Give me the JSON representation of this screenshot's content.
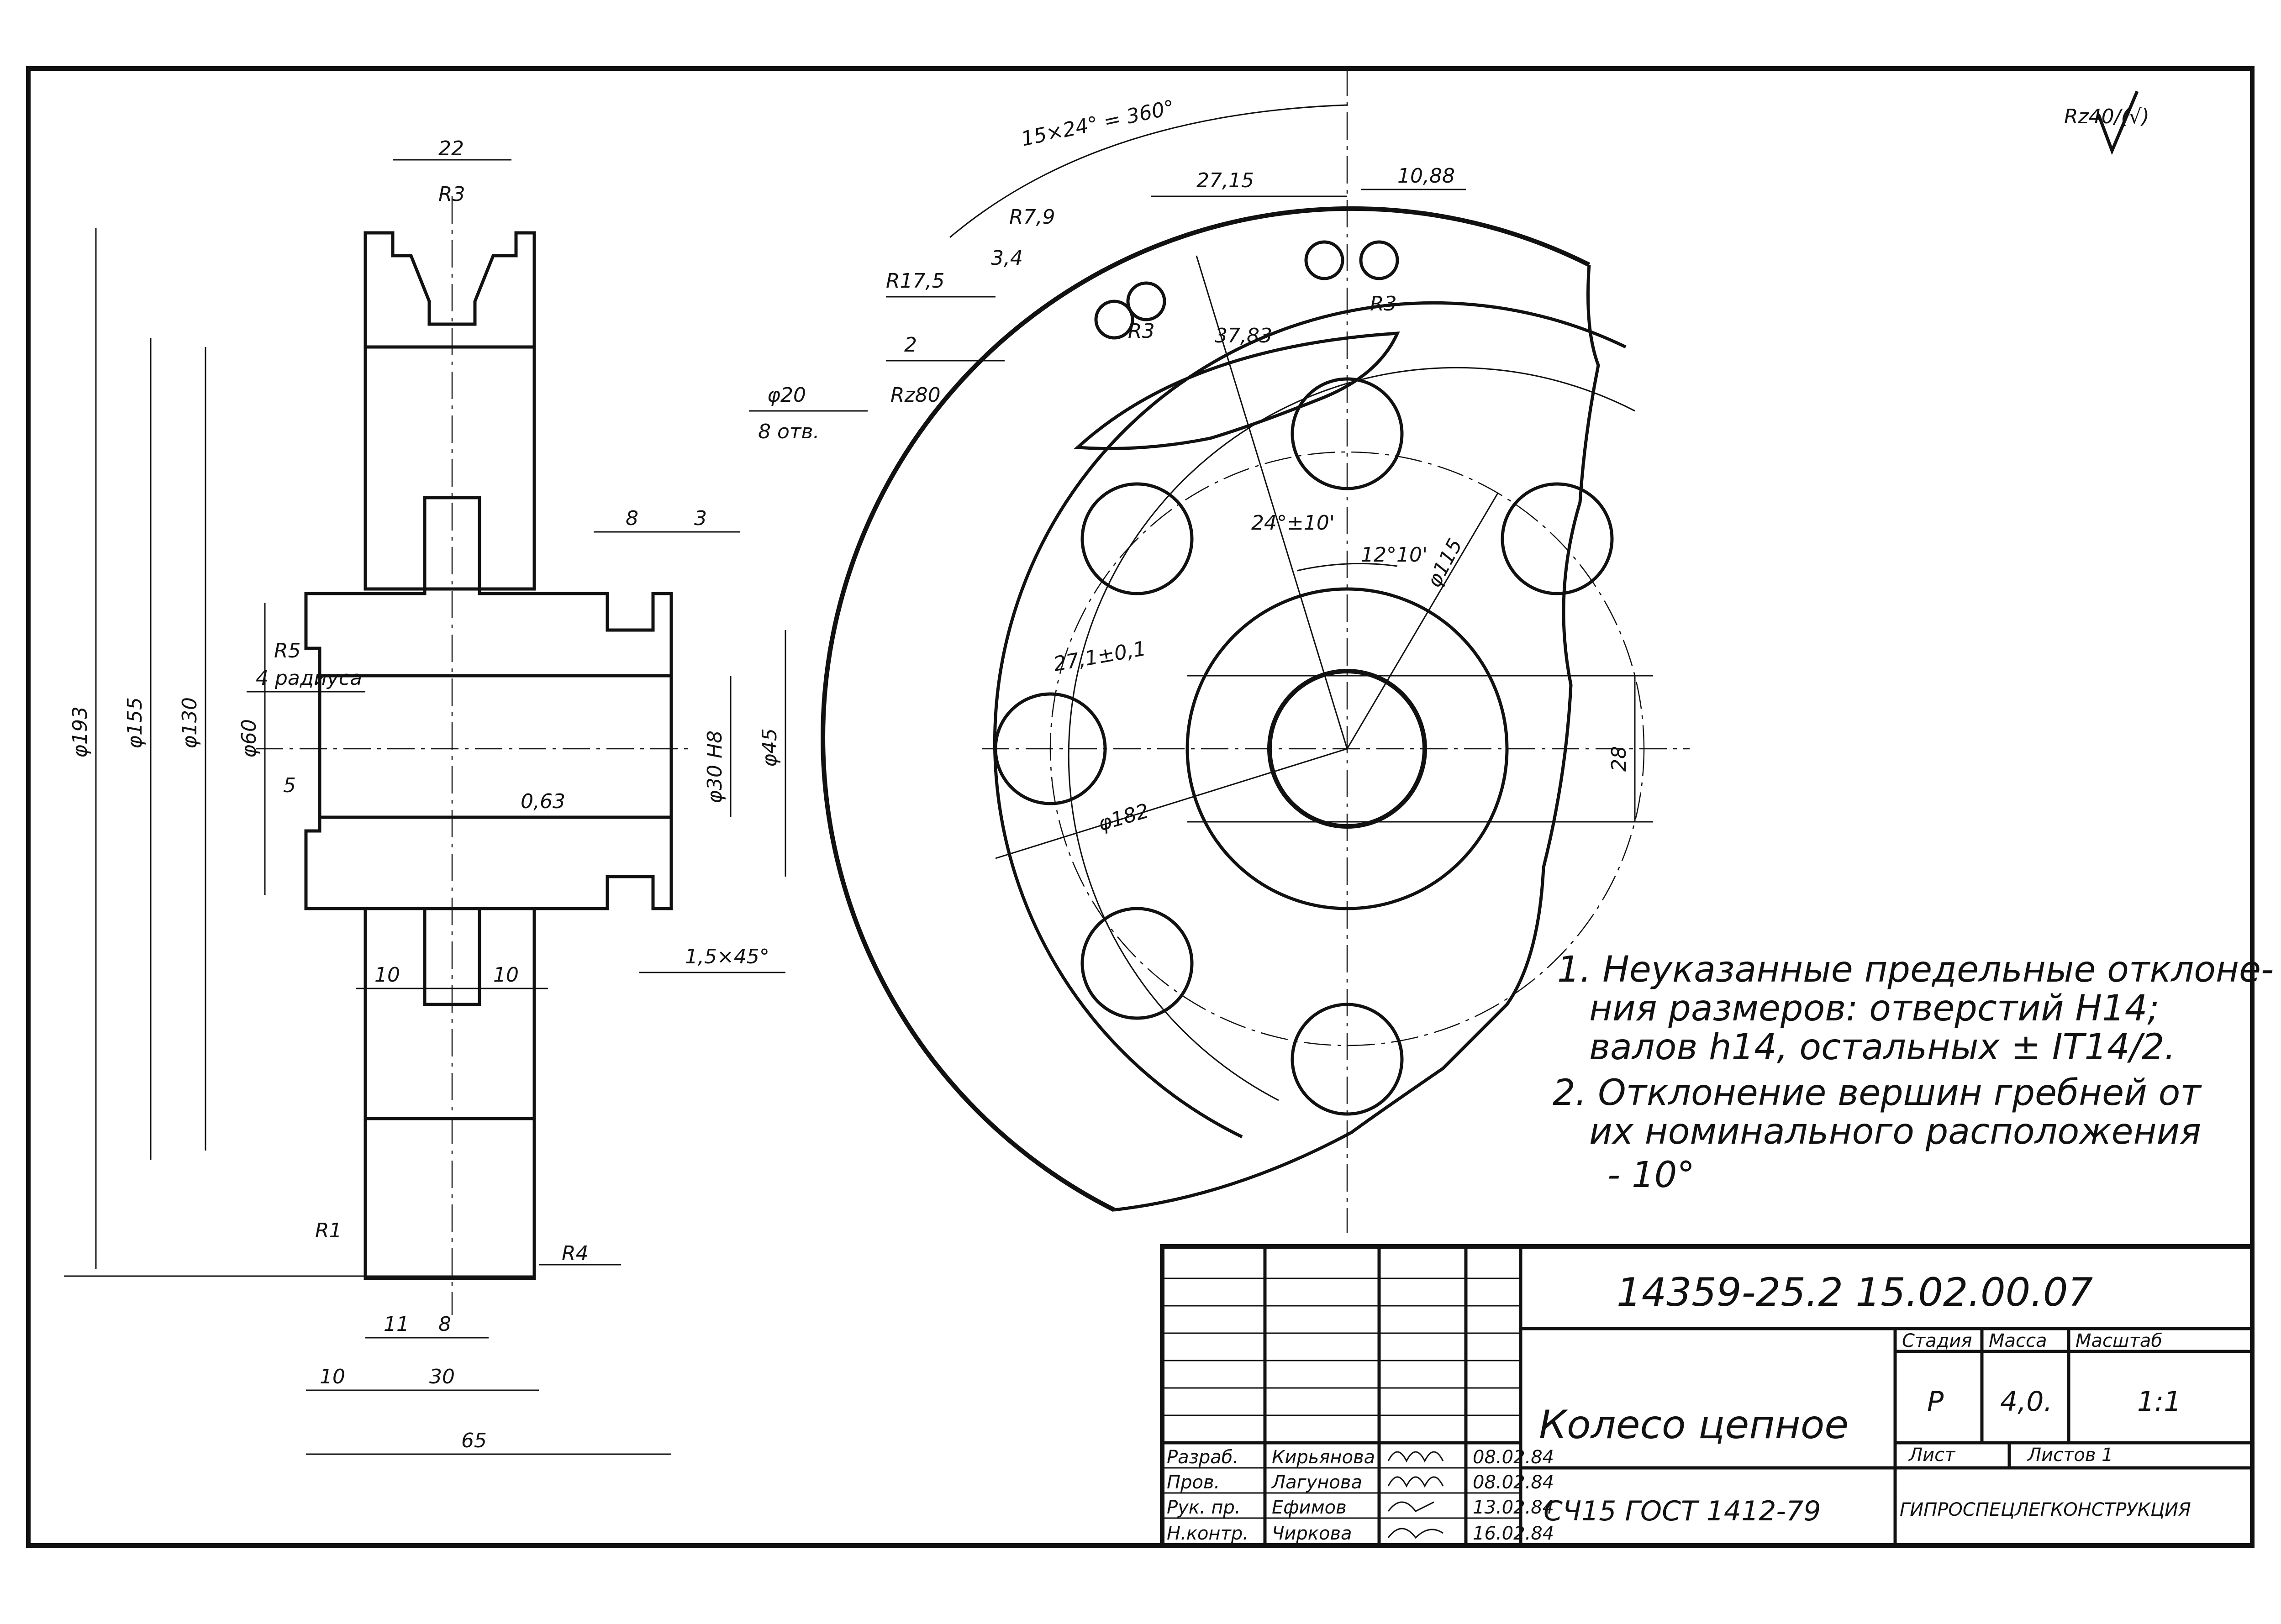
{
  "surface_finish": "Rz40/(√)",
  "side_view": {
    "dims": {
      "d22": "22",
      "r3": "R3",
      "r5": "R5",
      "r5_note": "4 радиуса",
      "d8": "8",
      "d3": "3",
      "phi193": "φ193",
      "phi155": "φ155",
      "phi130": "φ130",
      "phi60": "φ60",
      "phi30": "φ30 H8",
      "phi45": "φ45",
      "d5": "5",
      "rough063": "0,63",
      "chamfer": "1,5×45°",
      "d10a": "10",
      "d10b": "10",
      "r1": "R1",
      "r4": "R4",
      "d11": "11",
      "d8b": "8",
      "d10c": "10",
      "d30": "30",
      "d65": "65"
    }
  },
  "front_view": {
    "dims": {
      "pitch_note": "15×24° = 360°",
      "d2715": "27,15",
      "d1088": "10,88",
      "r79": "R7,9",
      "d34": "3,4",
      "r175": "R17,5",
      "d2": "2",
      "rz80": "Rz80",
      "hole_dia": "φ20",
      "hole_count": "8 отв.",
      "r3a": "R3",
      "r3b": "R3",
      "d3783": "37,83",
      "ang24": "24°±10'",
      "ang1210": "12°10'",
      "phi115": "φ115",
      "r271": "27,1±0,1",
      "phi182": "φ182",
      "d28": "28"
    }
  },
  "notes": [
    "1. Неуказанные предельные отклоне-",
    "ния размеров: отверстий H14;",
    "валов h14, остальных ± IT14/2.",
    "2. Отклонение вершин гребней от",
    "их номинального расположения",
    "- 10°"
  ],
  "title_block": {
    "doc_number": "14359-25.2  15.02.00.07",
    "part_name": "Колесо цепное",
    "material": "СЧ15  ГОСТ 1412-79",
    "organization": "ГИПРОСПЕЦЛЕГКОНСТРУКЦИЯ",
    "stage_label": "Стадия",
    "mass_label": "Масса",
    "scale_label": "Масштаб",
    "stage": "Р",
    "mass": "4,0.",
    "scale": "1:1",
    "sheet_label": "Лист",
    "sheets_label": "Листов 1",
    "signatures": [
      {
        "role": "Разраб.",
        "name": "Кирьянова",
        "date": "08.02.84"
      },
      {
        "role": "Пров.",
        "name": "Лагунова",
        "date": "08.02.84"
      },
      {
        "role": "Рук. пр.",
        "name": "Ефимов",
        "date": "13.02.84"
      },
      {
        "role": "Н.контр.",
        "name": "Чиркова",
        "date": "16.02.84"
      }
    ]
  }
}
